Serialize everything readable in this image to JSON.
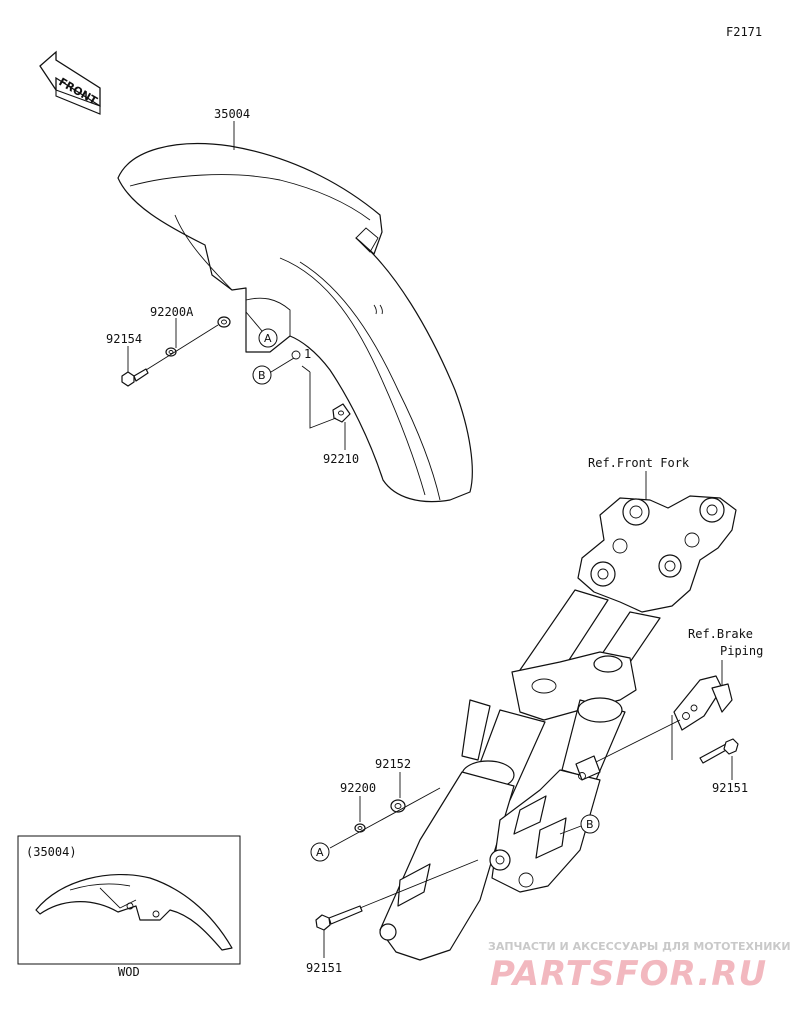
{
  "diagram_code": "F2171",
  "front_arrow_label": "FRONT",
  "parts": {
    "fender": "35004",
    "washer_a": "92200A",
    "bolt_upper": "92154",
    "nut_clip": "92210",
    "ref_front_fork": "Ref.Front Fork",
    "ref_brake_piping_line1": "Ref.Brake",
    "ref_brake_piping_line2": "Piping",
    "collar": "92152",
    "washer": "92200",
    "bolt_brake": "92151",
    "bolt_lower": "92151"
  },
  "callouts": {
    "a": "A",
    "b": "B",
    "count_1": "1"
  },
  "inset": {
    "title": "(35004)",
    "caption": "WOD"
  },
  "watermark": {
    "line1": "ЗАПЧАСТИ И АКСЕССУАРЫ ДЛЯ МОТОТЕХНИКИ",
    "line2": "PARTSFOR.RU"
  }
}
